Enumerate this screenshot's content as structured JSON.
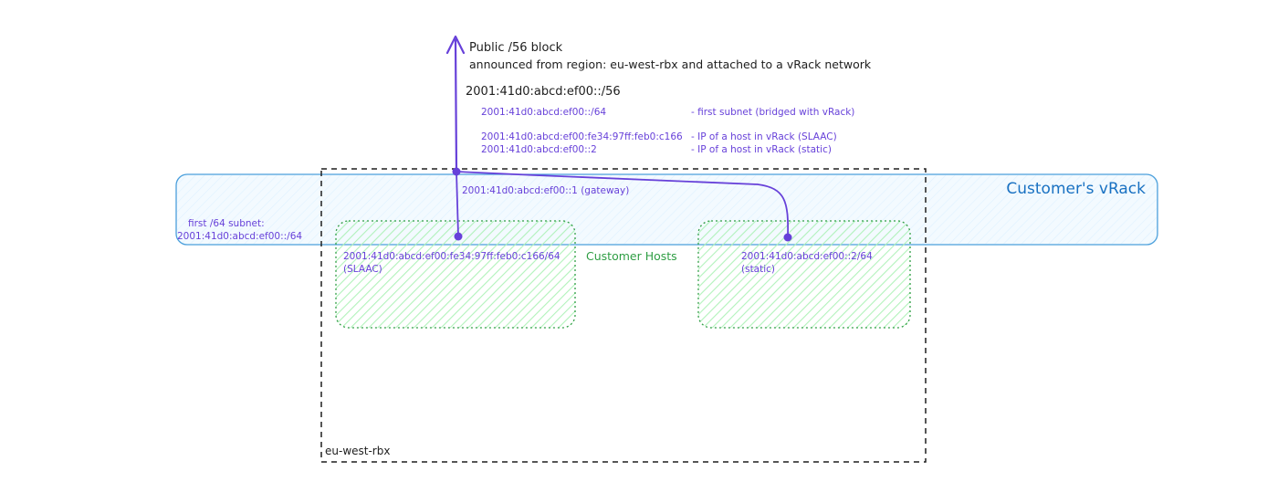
{
  "header": {
    "title": "Public /56 block",
    "subtitle": "announced from region: eu-west-rbx and attached to a vRack network",
    "block_prefix": "2001:41d0:abcd:ef00::/56"
  },
  "address_list": [
    {
      "address": "2001:41d0:abcd:ef00::/64",
      "note": "- first subnet (bridged with vRack)"
    },
    {
      "address": "2001:41d0:abcd:ef00:fe34:97ff:feb0:c166",
      "note": "- IP of a host in vRack (SLAAC)"
    },
    {
      "address": "2001:41d0:abcd:ef00::2",
      "note": "- IP of a host in vRack (static)"
    }
  ],
  "vrack": {
    "label": "Customer's vRack",
    "gateway": "2001:41d0:abcd:ef00::1 (gateway)",
    "subnet_label_line1": "first /64 subnet:",
    "subnet_label_line2": "2001:41d0:abcd:ef00::/64"
  },
  "region": {
    "label": "eu-west-rbx"
  },
  "hosts_group": {
    "label": "Customer Hosts",
    "hosts": [
      {
        "address": "2001:41d0:abcd:ef00:fe34:97ff:feb0:c166/64",
        "mode": "(SLAAC)"
      },
      {
        "address": "2001:41d0:abcd:ef00::2/64",
        "mode": "(static)"
      }
    ]
  },
  "colors": {
    "purple": "#6741d9",
    "blue": "#1971c2",
    "green": "#2f9e44",
    "vrack_fill": "#e7f5ff",
    "host_fill": "#b2f2bb",
    "text": "#1e1e1e"
  }
}
